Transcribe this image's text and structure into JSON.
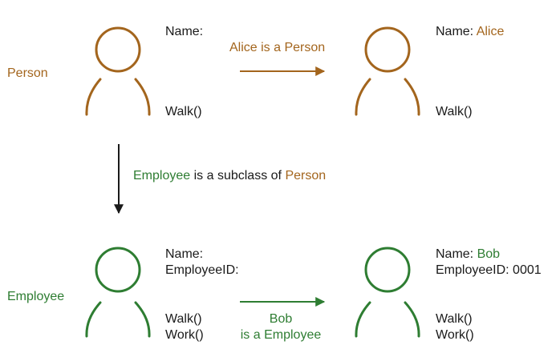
{
  "colors": {
    "person": "#a3651d",
    "employee": "#2e7d32",
    "text": "#1a1a1a"
  },
  "classes": {
    "person": {
      "label": "Person",
      "name_label": "Name:",
      "method": "Walk()"
    },
    "employee": {
      "label": "Employee",
      "name_label": "Name:",
      "id_label": "EmployeeID:",
      "methods": [
        "Walk()",
        "Work()"
      ]
    }
  },
  "instances": {
    "alice": {
      "name_label": "Name:",
      "name_value": "Alice",
      "method": "Walk()"
    },
    "bob": {
      "name_label": "Name:",
      "name_value": "Bob",
      "id_label": "EmployeeID:",
      "id_value": "0001",
      "methods": [
        "Walk()",
        "Work()"
      ]
    }
  },
  "relations": {
    "alice_person": "Alice is a Person",
    "subclass": {
      "child": "Employee",
      "text": "is a subclass of",
      "parent": "Person"
    },
    "bob_employee": {
      "line1": "Bob",
      "line2": "is a Employee"
    }
  },
  "icons": [
    "person-icon",
    "arrow-right-icon",
    "arrow-down-icon"
  ]
}
